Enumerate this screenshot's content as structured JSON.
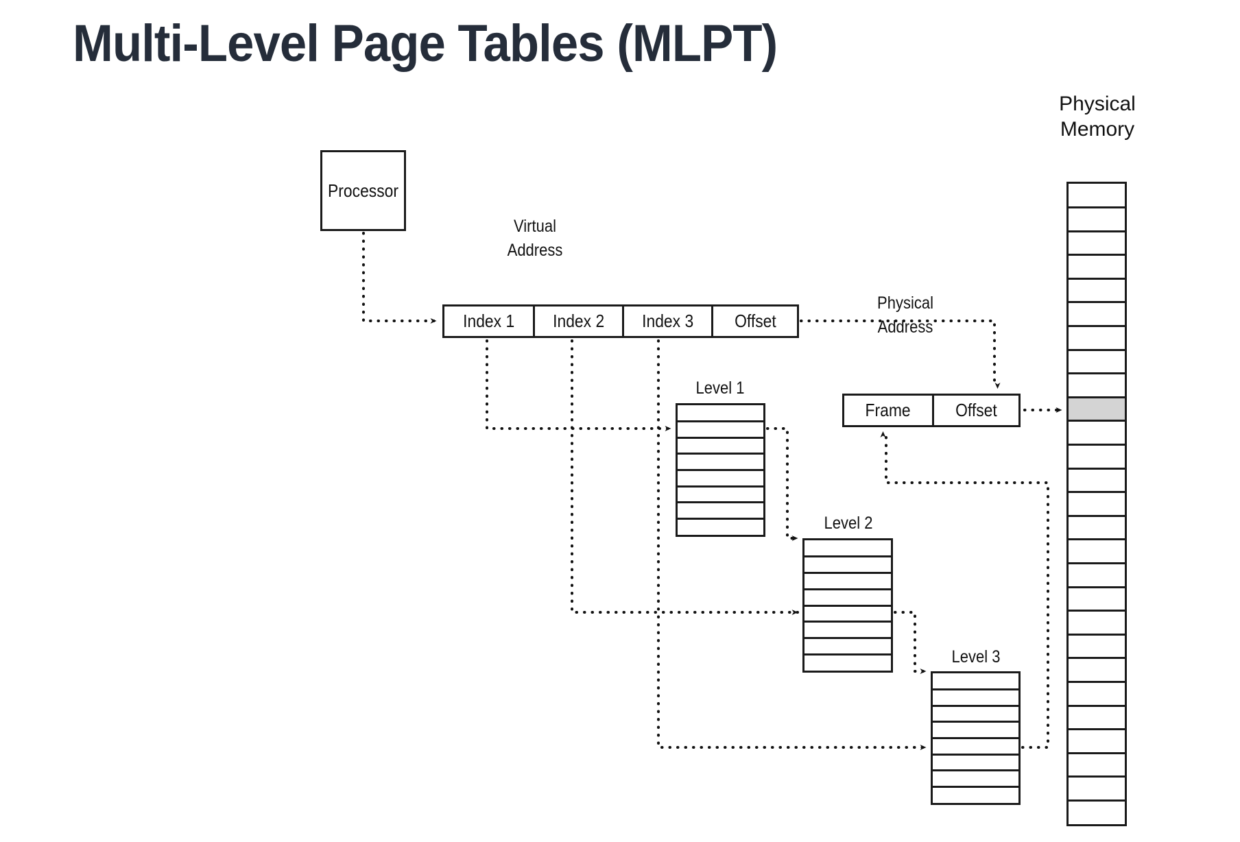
{
  "slide": {
    "title": "Multi-Level Page Tables (MLPT)",
    "background_color": "#ffffff",
    "title_color": "#252d3a",
    "line_color": "#1a1a1a",
    "highlight_color": "#d4d4d4"
  },
  "processor": {
    "label": "Processor"
  },
  "virtual_address": {
    "caption_line1": "Virtual",
    "caption_line2": "Address",
    "fields": [
      {
        "label": "Index 1"
      },
      {
        "label": "Index 2"
      },
      {
        "label": "Index 3"
      },
      {
        "label": "Offset"
      }
    ]
  },
  "physical_address": {
    "caption_line1": "Physical",
    "caption_line2": "Address",
    "fields": [
      {
        "label": "Frame"
      },
      {
        "label": "Offset"
      }
    ]
  },
  "page_tables": [
    {
      "label": "Level 1",
      "rows": 8,
      "entry_index": 1
    },
    {
      "label": "Level 2",
      "rows": 8,
      "entry_index": 4
    },
    {
      "label": "Level 3",
      "rows": 8,
      "entry_index": 4
    }
  ],
  "physical_memory": {
    "caption_line1": "Physical",
    "caption_line2": "Memory",
    "rows": 27,
    "highlighted_row": 9
  },
  "connections": [
    {
      "from": "processor",
      "to": "virtual-address",
      "style": "dotted-arrow"
    },
    {
      "from": "index-1",
      "to": "level-1-entry",
      "style": "dotted-arrow"
    },
    {
      "from": "index-2",
      "to": "level-2-entry",
      "style": "dotted-arrow"
    },
    {
      "from": "index-3",
      "to": "level-3-entry",
      "style": "dotted-arrow"
    },
    {
      "from": "level-1-entry",
      "to": "level-2-table",
      "style": "dotted-arrow"
    },
    {
      "from": "level-2-entry",
      "to": "level-3-table",
      "style": "dotted-arrow"
    },
    {
      "from": "level-3-entry",
      "to": "physical-address-frame",
      "style": "dotted-arrow"
    },
    {
      "from": "virtual-address-offset",
      "to": "physical-address",
      "style": "dotted-arrow"
    },
    {
      "from": "physical-address",
      "to": "physical-memory-cell",
      "style": "dotted-arrow"
    }
  ]
}
